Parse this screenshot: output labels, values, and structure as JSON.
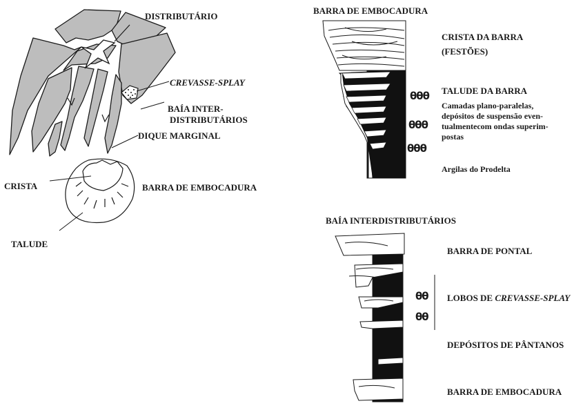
{
  "delta_map": {
    "distributary_label": "DISTRIBUTÁRIO",
    "crevasse_label": "CREVASSE-SPLAY",
    "bay_label_line1": "BAÍA INTER-",
    "bay_label_line2": "DISTRIBUTÁRIOS",
    "levee_label": "DIQUE MARGINAL",
    "crest_label": "CRISTA",
    "mouth_bar_label": "BARRA DE EMBOCADURA",
    "slope_label": "TALUDE"
  },
  "mouth_bar_column": {
    "title": "BARRA DE EMBOCADURA",
    "crest_line1": "CRISTA DA BARRA",
    "crest_line2": "(FESTÕES)",
    "slope_label": "TALUDE DA BARRA",
    "desc_line1": "Camadas plano-paralelas,",
    "desc_line2": "depósitos de suspensão even-",
    "desc_line3": "tualmentecom ondas superim-",
    "desc_line4": "postas",
    "prodelta_label": "Argilas do Prodelta",
    "fossil_symbol": "θθθ"
  },
  "bay_column": {
    "title": "BAÍA INTERDISTRIBUTÁRIOS",
    "pontal_label": "BARRA DE PONTAL",
    "lobes_prefix": "LOBOS DE ",
    "lobes_italic": "CREVASSE-SPLAY",
    "swamp_label": "DEPÓSITOS DE PÂNTANOS",
    "mouth_bar_label": "BARRA DE EMBOCADURA",
    "fossil_symbol": "θθ"
  },
  "colors": {
    "land_fill": "#bdbdbd",
    "ink": "#1a1a1a",
    "mud": "#111111"
  }
}
